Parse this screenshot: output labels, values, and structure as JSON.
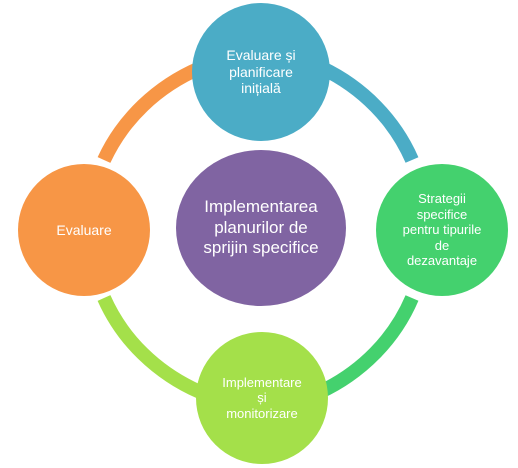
{
  "diagram": {
    "center_label": "Implementarea\nplanurilor de\nsprijin specifice",
    "nodes": {
      "top": "Evaluare și\nplanificare\ninițială",
      "right": "Strategii\nspecifice\npentru tipurile\nde\ndezavantaje",
      "bottom": "Implementare\nși\nmonitorizare",
      "left": "Evaluare"
    },
    "colors": {
      "top": "#4bacc6",
      "right": "#44d16e",
      "bottom": "#a4e04a",
      "left": "#f79646",
      "center": "#8064a2",
      "arc_top_right": "#4bacc6",
      "arc_right_bottom": "#44d16e",
      "arc_bottom_left": "#a4e04a",
      "arc_left_top": "#f79646"
    }
  }
}
